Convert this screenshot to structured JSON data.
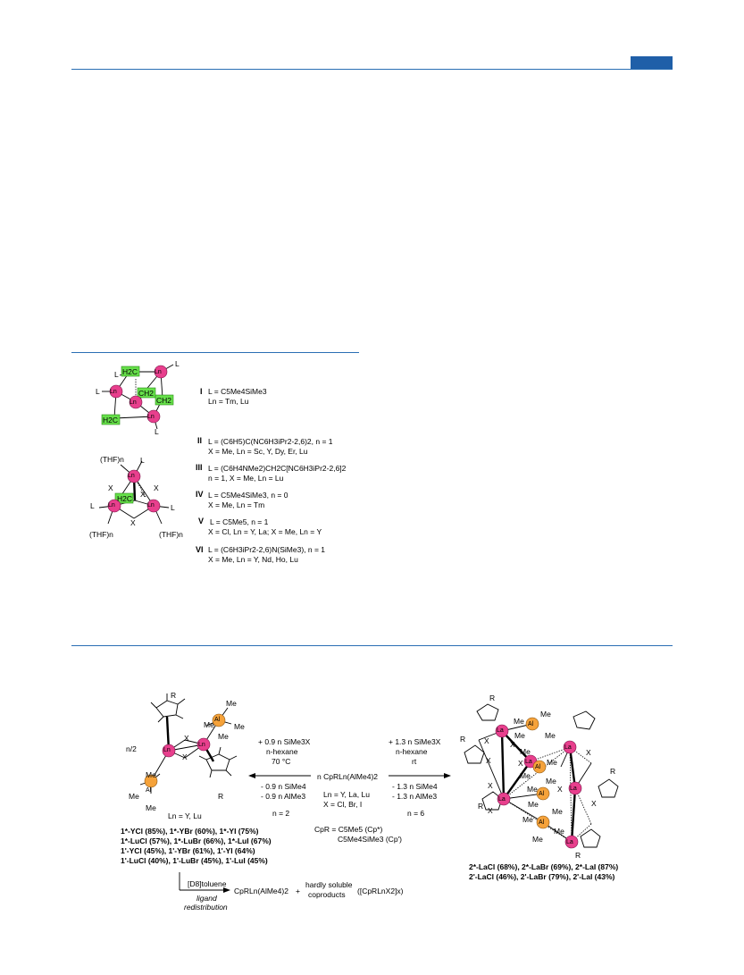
{
  "figure1": {
    "entries": [
      {
        "numeral": "I",
        "line1": "L = C5Me4SiMe3",
        "line2": "Ln = Tm, Lu"
      },
      {
        "numeral": "II",
        "line1": "L = (C6H5)C(NC6H3iPr2-2,6)2, n = 1",
        "line2": "X = Me, Ln = Sc, Y, Dy, Er, Lu"
      },
      {
        "numeral": "III",
        "line1": "L = (C6H4NMe2)CH2C[NC6H3iPr2-2,6]2",
        "line2": "n = 1, X = Me, Ln = Lu"
      },
      {
        "numeral": "IV",
        "line1": "L = C5Me4SiMe3, n = 0",
        "line2": "X = Me, Ln = Tm"
      },
      {
        "numeral": "V",
        "line1": "L = C5Me5, n = 1",
        "line2": "X = Cl, Ln = Y, La; X = Me, Ln = Y"
      },
      {
        "numeral": "VI",
        "line1": "L = (C6H3iPr2-2,6)N(SiMe3), n = 1",
        "line2": "X = Me, Ln = Y, Nd, Ho, Lu"
      }
    ],
    "atoms": {
      "ln": "Ln",
      "l": "L",
      "ch2": "CH2",
      "h2c": "H2C",
      "x": "X",
      "thf": "(THF)n"
    }
  },
  "scheme": {
    "center_reactant": "n CpRLn(AlMe4)2",
    "center_ln": "Ln = Y, La, Lu",
    "center_x": "X = Cl, Br, I",
    "left_arrow": {
      "above1": "+ 0.9 n SiMe3X",
      "above2": "n-hexane",
      "above3": "70 °C",
      "below1": "- 0.9 n SiMe4",
      "below2": "- 0.9 n AlMe3",
      "n": "n = 2"
    },
    "right_arrow": {
      "above1": "+ 1.3 n SiMe3X",
      "above2": "n-hexane",
      "above3": "rt",
      "below1": "- 1.3 n SiMe4",
      "below2": "- 1.3 n AlMe3",
      "n": "n = 6"
    },
    "cp_def1": "CpR = C5Me5 (Cp*)",
    "cp_def2": "C5Me4SiMe3 (Cp')",
    "left_product": {
      "n_half": "n/2",
      "ln_label": "Ln = Y, Lu",
      "yields": [
        "1*-YCl (85%), 1*-YBr (60%), 1*-YI (75%)",
        "1*-LuCl (57%), 1*-LuBr (66%), 1*-LuI (67%)",
        "1'-YCl (45%), 1'-YBr (61%), 1'-YI (64%)",
        "1'-LuCl (40%), 1'-LuBr (45%), 1'-LuI (45%)"
      ]
    },
    "redistribution": {
      "solvent": "[D8]toluene",
      "arrow_label1": "ligand",
      "arrow_label2": "redistribution",
      "product": "CpRLn(AlMe4)2",
      "plus": "+",
      "coproduct1": "hardly soluble",
      "coproduct2": "coproducts",
      "coproduct3": "([CpRLnX2]x)"
    },
    "right_product": {
      "yields": [
        "2*-LaCl (68%), 2*-LaBr (69%), 2*-LaI (87%)",
        "2'-LaCl (46%), 2'-LaBr (79%), 2'-LaI (43%)"
      ]
    },
    "atoms": {
      "al": "Al",
      "la": "La",
      "ln": "Ln",
      "me": "Me",
      "x": "X",
      "r": "R"
    }
  },
  "colors": {
    "rule": "#2a6eb4",
    "lanthanide": "#e83f8d",
    "aluminum": "#f5a23a",
    "green_box": "#66e04a"
  }
}
